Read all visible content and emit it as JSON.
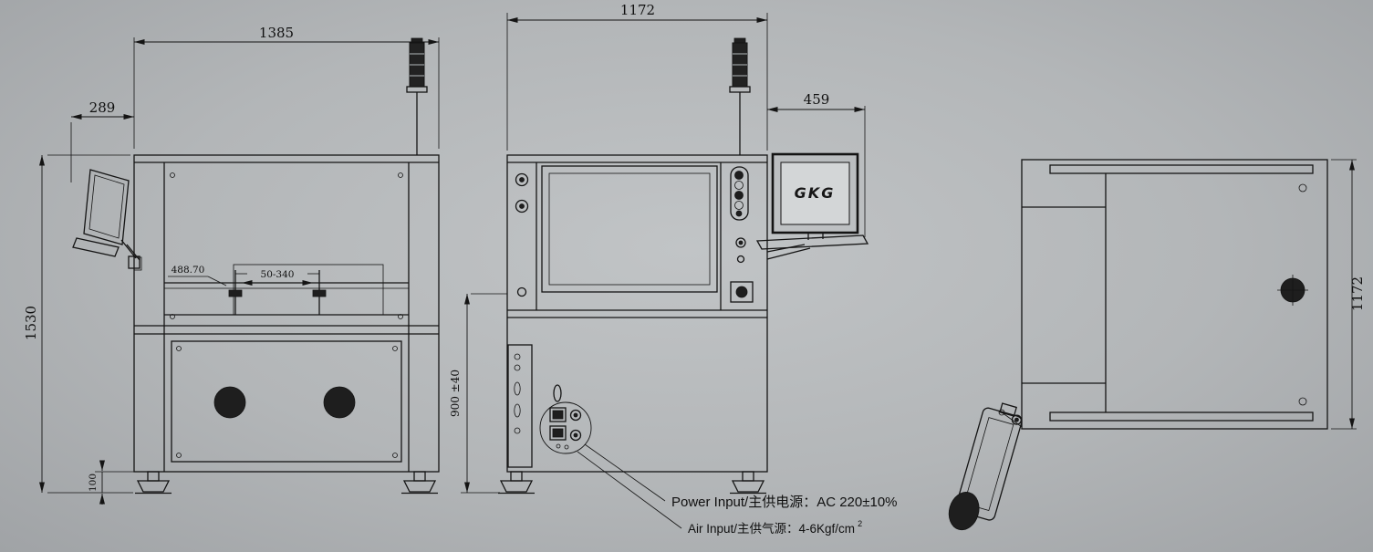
{
  "drawing": {
    "logo": "GKG",
    "dims": {
      "front_width": "1385",
      "monitor_depth": "289",
      "front_height": "1530",
      "foot_height": "100",
      "rail_width": "488.70",
      "rail_range": "50-340",
      "side_width": "1172",
      "monitor_offset": "459",
      "conveyor_height": "900 ±40",
      "top_depth": "1172"
    },
    "labels": {
      "power_input": "Power Input/主供电源：AC 220±10%",
      "air_input": "Air Input/主供气源：4-6Kgf/cm",
      "air_input_exponent": "2"
    },
    "colors": {
      "background": "#b3b6b8",
      "line": "#141414",
      "dark_fill": "#1e1e1e"
    }
  }
}
